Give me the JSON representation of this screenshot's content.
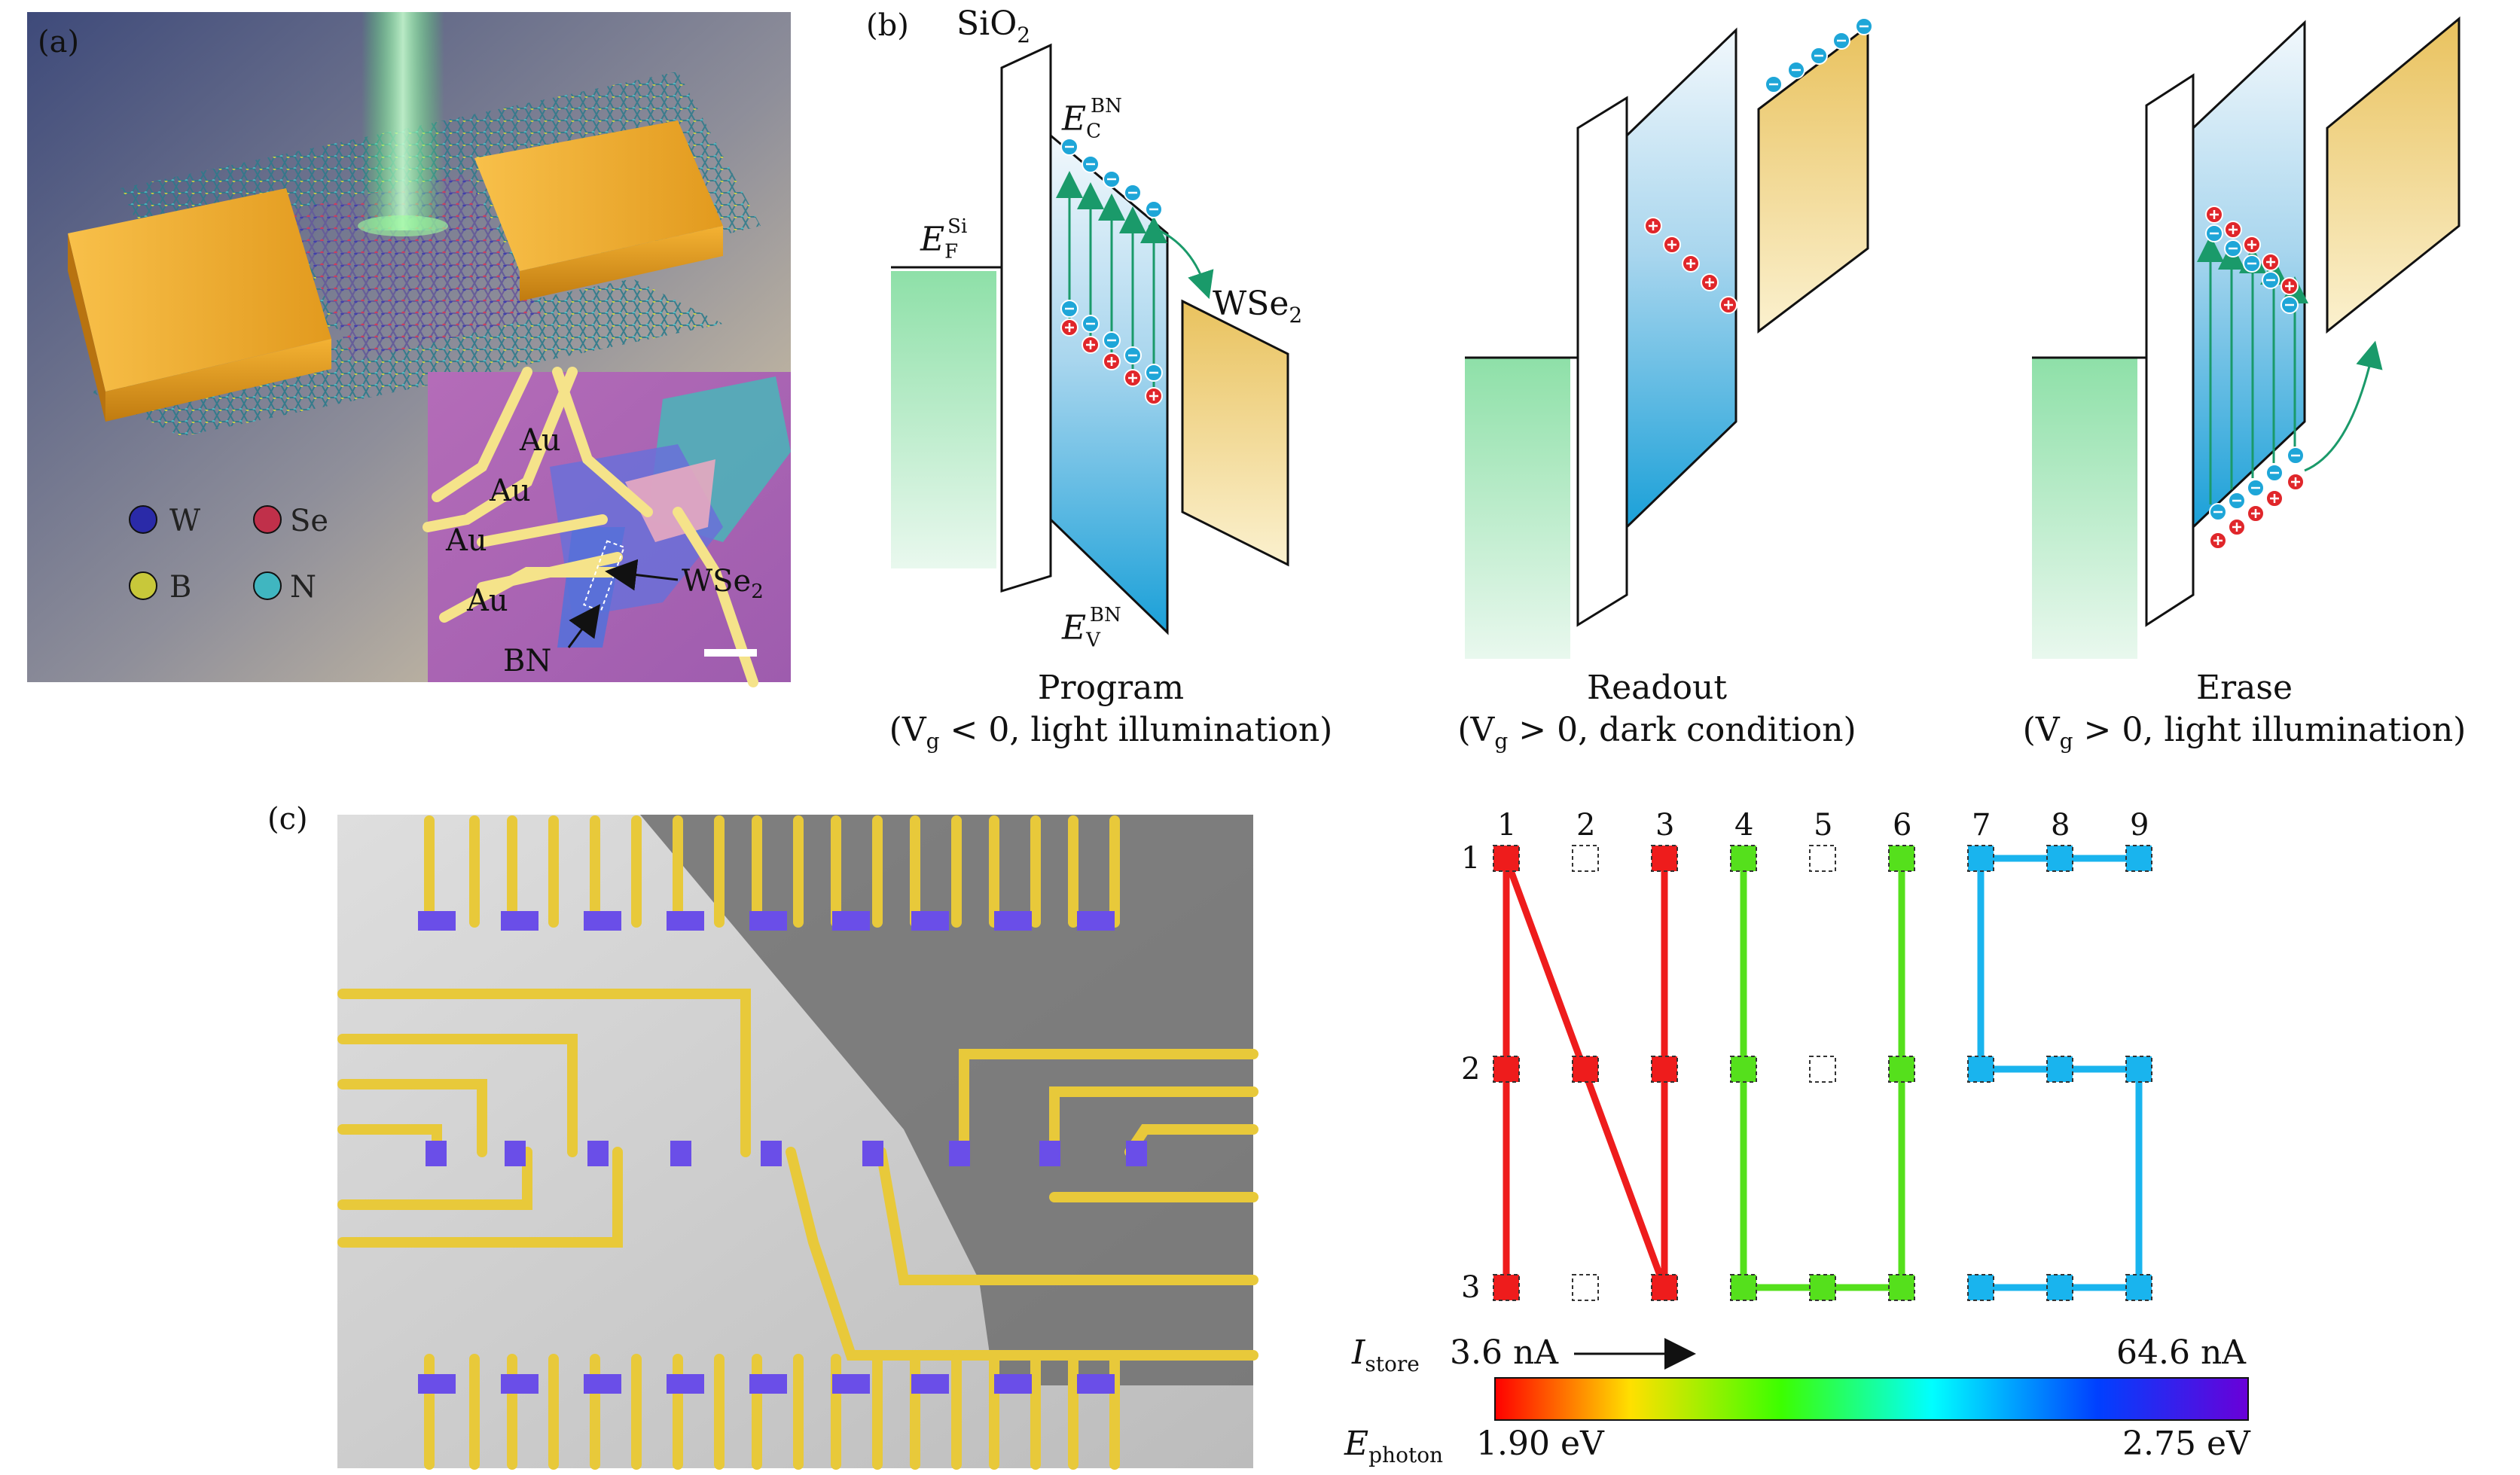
{
  "panel_a": {
    "label": "(a)",
    "legend": [
      {
        "symbol": "W",
        "color": "#2a2aa8"
      },
      {
        "symbol": "Se",
        "color": "#c0304a"
      },
      {
        "symbol": "B",
        "color": "#c8c83a"
      },
      {
        "symbol": "N",
        "color": "#40b6c0"
      }
    ],
    "inset": {
      "electrodes": [
        "Au",
        "Au",
        "Au",
        "Au"
      ],
      "wse2_label": "WSe",
      "wse2_sub": "2",
      "bn_label": "BN"
    }
  },
  "panel_b": {
    "label": "(b)",
    "sio2": "SiO",
    "sio2_sub": "2",
    "ef_main": "E",
    "ef_sub": "F",
    "ef_sup": "Si",
    "ec_main": "E",
    "ec_sub": "C",
    "ec_sup": "BN",
    "ev_main": "E",
    "ev_sub": "V",
    "ev_sup": "BN",
    "wse2": "WSe",
    "wse2_sub": "2",
    "modes": [
      {
        "title": "Program",
        "condition_pre": "(V",
        "condition_sub": "g",
        "condition_post": " < 0, light illumination)"
      },
      {
        "title": "Readout",
        "condition_pre": "(V",
        "condition_sub": "g",
        "condition_post": " > 0, dark condition)"
      },
      {
        "title": "Erase",
        "condition_pre": "(V",
        "condition_sub": "g",
        "condition_post": " > 0, light illumination)"
      }
    ]
  },
  "panel_c": {
    "label": "(c)",
    "columns": [
      "1",
      "2",
      "3",
      "4",
      "5",
      "6",
      "7",
      "8",
      "9"
    ],
    "rows": [
      "1",
      "2",
      "3"
    ],
    "i_store_main": "I",
    "i_store_sub": "store",
    "i_min": "3.6 nA",
    "i_max": "64.6 nA",
    "e_photon_main": "E",
    "e_photon_sub": "photon",
    "e_min": "1.90 eV",
    "e_max": "2.75 eV",
    "letters": [
      {
        "letter": "N",
        "color": "#ee1c1c",
        "cells": [
          [
            1,
            1
          ],
          [
            1,
            2
          ],
          [
            1,
            3
          ],
          [
            2,
            2
          ],
          [
            3,
            1
          ],
          [
            3,
            2
          ],
          [
            3,
            3
          ]
        ]
      },
      {
        "letter": "U",
        "color": "#55e01c",
        "cells": [
          [
            4,
            1
          ],
          [
            4,
            2
          ],
          [
            4,
            3
          ],
          [
            5,
            3
          ],
          [
            6,
            1
          ],
          [
            6,
            2
          ],
          [
            6,
            3
          ]
        ]
      },
      {
        "letter": "S",
        "color": "#19b4ee",
        "cells": [
          [
            7,
            1
          ],
          [
            7,
            2
          ],
          [
            7,
            3
          ],
          [
            8,
            1
          ],
          [
            8,
            2
          ],
          [
            8,
            3
          ],
          [
            9,
            1
          ],
          [
            9,
            2
          ],
          [
            9,
            3
          ]
        ]
      }
    ]
  }
}
